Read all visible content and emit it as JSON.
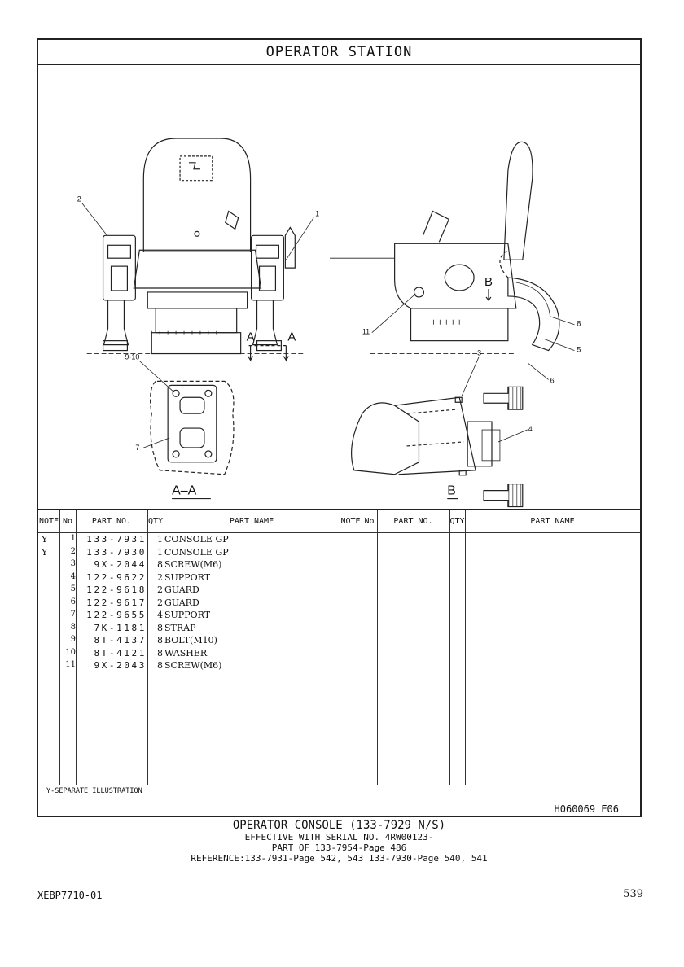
{
  "header": {
    "title": "OPERATOR STATION"
  },
  "illustration": {
    "section_labels": [
      "A–A",
      "B"
    ],
    "callouts": [
      "1",
      "2",
      "3",
      "4",
      "5",
      "6",
      "7",
      "8",
      "9-10",
      "11",
      "A",
      "A",
      "B"
    ]
  },
  "table": {
    "headers": [
      "NOTE",
      "No",
      "PART NO.",
      "QTY",
      "PART NAME",
      "NOTE",
      "No",
      "PART NO.",
      "QTY",
      "PART NAME"
    ],
    "rows": [
      {
        "note": "Y",
        "no": "1",
        "part_no": "133-7931",
        "qty": "1",
        "name": "CONSOLE GP"
      },
      {
        "note": "Y",
        "no": "2",
        "part_no": "133-7930",
        "qty": "1",
        "name": "CONSOLE GP"
      },
      {
        "note": "",
        "no": "3",
        "part_no": "9X-2044",
        "qty": "8",
        "name": "SCREW(M6)"
      },
      {
        "note": "",
        "no": "4",
        "part_no": "122-9622",
        "qty": "2",
        "name": "SUPPORT"
      },
      {
        "note": "",
        "no": "5",
        "part_no": "122-9618",
        "qty": "2",
        "name": "GUARD"
      },
      {
        "note": "",
        "no": "6",
        "part_no": "122-9617",
        "qty": "2",
        "name": "GUARD"
      },
      {
        "note": "",
        "no": "7",
        "part_no": "122-9655",
        "qty": "4",
        "name": "SUPPORT"
      },
      {
        "note": "",
        "no": "8",
        "part_no": "7K-1181",
        "qty": "8",
        "name": "STRAP"
      },
      {
        "note": "",
        "no": "9",
        "part_no": "8T-4137",
        "qty": "8",
        "name": "BOLT(M10)"
      },
      {
        "note": "",
        "no": "10",
        "part_no": "8T-4121",
        "qty": "8",
        "name": "WASHER"
      },
      {
        "note": "",
        "no": "11",
        "part_no": "9X-2043",
        "qty": "8",
        "name": "SCREW(M6)"
      }
    ],
    "footnote": "Y-SEPARATE ILLUSTRATION",
    "illustration_id": "H060069  E06"
  },
  "caption": {
    "line1": "OPERATOR CONSOLE (133-7929 N/S)",
    "line2": "EFFECTIVE WITH SERIAL NO. 4RW00123-",
    "line3": "PART OF 133-7954-Page 486",
    "line4": "REFERENCE:133-7931-Page 542, 543 133-7930-Page 540, 541"
  },
  "footer": {
    "doc_code": "XEBP7710-01",
    "page": "539"
  }
}
